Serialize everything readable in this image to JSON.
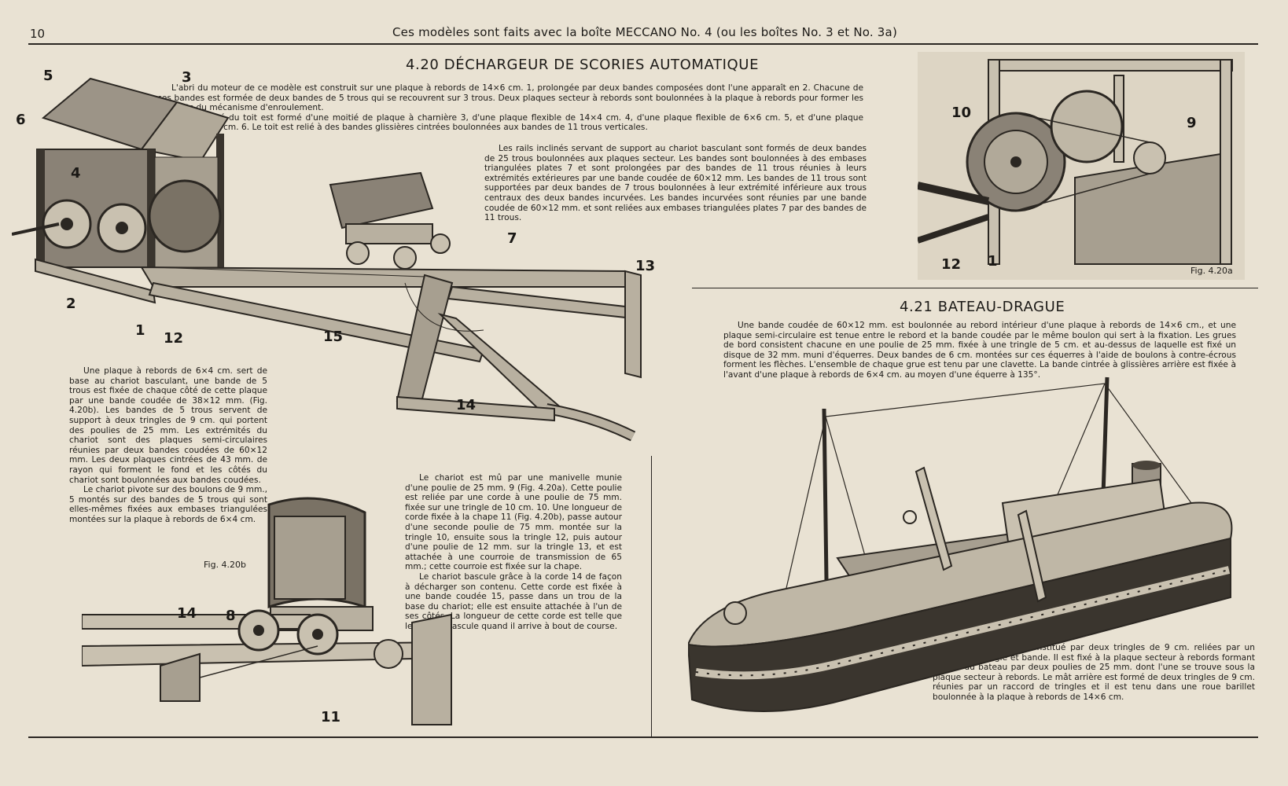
{
  "page_number": "10",
  "running_header": "Ces modèles sont faits avec la boîte MECCANO No. 4 (ou les boîtes No. 3 et No. 3a)",
  "section_420": {
    "title": "4.20  DÉCHARGEUR DE SCORIES AUTOMATIQUE",
    "p1": "L'abri du moteur de ce modèle est construit sur une plaque à rebords de 14×6 cm. 1, prolongée par deux bandes composées dont l'une apparaît en 2. Chacune de ces bandes est formée de deux bandes de 5 trous qui se recouvrent sur 3 trous. Deux plaques secteur à rebords sont boulonnées à la plaque à rebords pour former les supports du mécanisme d'enroulement.",
    "p2": "Chaque côté du toit est formé d'une moitié de plaque à charnière 3, d'une plaque flexible de 14×4 cm. 4, d'une plaque flexible de 6×6 cm. 5, et d'une plaque flexible de 6×4 cm. 6. Le toit est relié à des bandes glissières cintrées boulonnées aux bandes de 11 trous verticales.",
    "p3": "Les rails inclinés servant de support au chariot basculant sont formés de deux bandes de 25 trous boulonnées aux plaques secteur. Les bandes sont boulonnées à des embases triangulées plates 7 et sont prolongées par des bandes de 11 trous réunies à leurs extrémités extérieures par une bande coudée de 60×12 mm. Les bandes de 11 trous sont supportées par deux bandes de 7 trous boulonnées à leur extrémité inférieure aux trous centraux des deux bandes incurvées. Les bandes incurvées sont réunies par une bande coudée de 60×12 mm. et sont reliées aux embases triangulées plates 7 par des bandes de 11 trous.",
    "p4": "Une plaque à rebords de 6×4 cm. sert de base au chariot basculant, une bande de 5 trous est fixée de chaque côté de cette plaque par une bande coudée de 38×12 mm. (Fig. 4.20b). Les bandes de 5 trous servent de support à deux tringles de 9 cm. qui portent des poulies de 25 mm. Les extrémités du chariot sont des plaques semi-circulaires réunies par deux bandes coudées de 60×12 mm. Les deux plaques cintrées de 43 mm. de rayon qui forment le fond et les côtés du chariot sont boulonnées aux bandes coudées.",
    "p5": "Le chariot pivote sur des boulons de 9 mm., 5 montés sur des bandes de 5 trous qui sont elles-mêmes fixées aux embases triangulées montées sur la plaque à rebords de 6×4 cm.",
    "p6": "Le chariot est mû par une manivelle munie d'une poulie de 25 mm. 9 (Fig. 4.20a). Cette poulie est reliée par une corde à une poulie de 75 mm. fixée sur une tringle de 10 cm. 10. Une longueur de corde fixée à la chape 11 (Fig. 4.20b), passe autour d'une seconde poulie de 75 mm. montée sur la tringle 10, ensuite sous la tringle 12, puis autour d'une poulie de 12 mm. sur la tringle 13, et est attachée à une courroie de transmission de 65 mm.; cette courroie est fixée sur la chape.",
    "p7": "Le chariot bascule grâce à la corde 14 de façon à décharger son contenu. Cette corde est fixée à une bande coudée 15, passe dans un trou de la base du chariot; elle est ensuite attachée à l'un de ses côtés. La longueur de cette corde est telle que le chariot bascule quand il arrive à bout de course."
  },
  "section_421": {
    "title": "4.21  BATEAU-DRAGUE",
    "p1": "Une bande coudée de 60×12 mm. est boulonnée au rebord intérieur d'une plaque à rebords de 14×6 cm., et une plaque semi-circulaire est tenue entre le rebord et la bande coudée par le même boulon qui sert à la fixation. Les grues de bord consistent chacune en une poulie de 25 mm. fixée à une tringle de 5 cm. et au-dessus de laquelle est fixé un disque de 32 mm. muni d'équerres. Deux bandes de 6 cm. montées sur ces équerres à l'aide de boulons à contre-écrous forment les flèches. L'ensemble de chaque grue est tenu par une clavette. La bande cintrée à glissières arrière est fixée à l'avant d'une plaque à rebords de 6×4 cm. au moyen d'une équerre à 135°.",
    "p2": "Le mât avant est constitué par deux tringles de 9 cm. reliées par un raccord de tringle et bande. Il est fixé à la plaque secteur à rebords formant l'avant du bateau par deux poulies de 25 mm. dont l'une se trouve sous la plaque secteur à rebords. Le mât arrière est formé de deux tringles de 9 cm. réunies par un raccord de tringles et il est tenu dans une roue barillet boulonnée à la plaque à rebords de 14×6 cm."
  },
  "figures": {
    "fig_420a": "Fig. 4.20a",
    "fig_420b": "Fig. 4.20b"
  },
  "labels": {
    "main": [
      "5",
      "3",
      "6",
      "4",
      "2",
      "1",
      "12",
      "15",
      "14",
      "7",
      "13"
    ],
    "fig_a": [
      "10",
      "9",
      "12",
      "1"
    ],
    "fig_b": [
      "14",
      "8",
      "11"
    ]
  }
}
